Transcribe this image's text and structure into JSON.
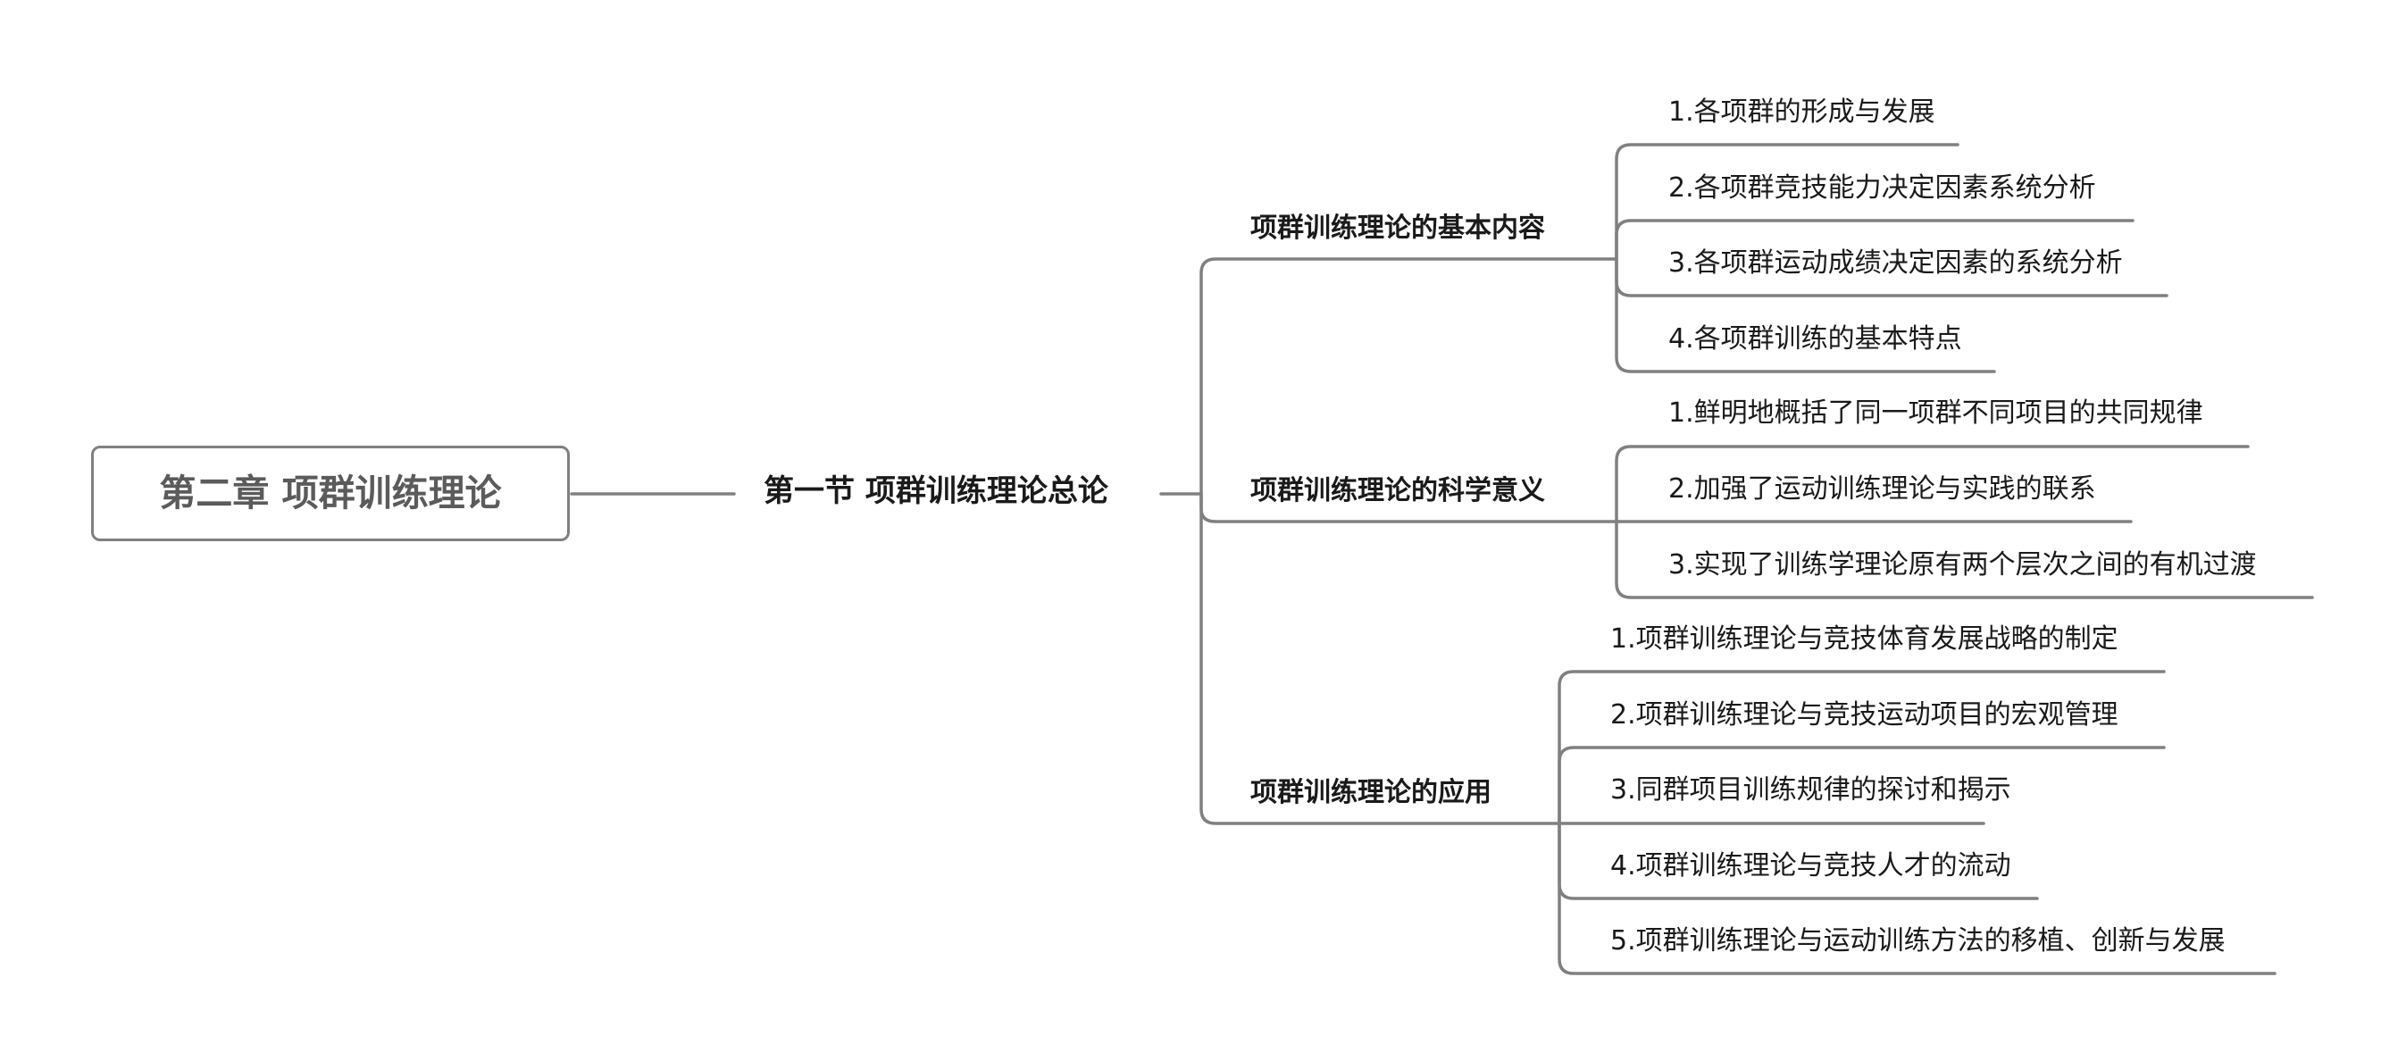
{
  "root": "第二章 项群训练理论",
  "section": "第一节 项群训练理论总论",
  "branches": [
    {
      "title": "项群训练理论的基本内容",
      "items": [
        "1.各项群的形成与发展",
        "2.各项群竞技能力决定因素系统分析",
        "3.各项群运动成绩决定因素的系统分析",
        "4.各项群训练的基本特点"
      ]
    },
    {
      "title": "项群训练理论的科学意义",
      "items": [
        "1.鲜明地概括了同一项群不同项目的共同规律",
        "2.加强了运动训练理论与实践的联系",
        "3.实现了训练学理论原有两个层次之间的有机过渡"
      ]
    },
    {
      "title": "项群训练理论的应用",
      "items": [
        "1.项群训练理论与竞技体育发展战略的制定",
        "2.项群训练理论与竞技运动项目的宏观管理",
        "3.同群项目训练规律的探讨和揭示",
        "4.项群训练理论与竞技人才的流动",
        "5.项群训练理论与运动训练方法的移植、创新与发展"
      ]
    }
  ],
  "colors": {
    "line": "#808080",
    "root_text": "#5b5b5b",
    "text": "#1a1a1a"
  }
}
